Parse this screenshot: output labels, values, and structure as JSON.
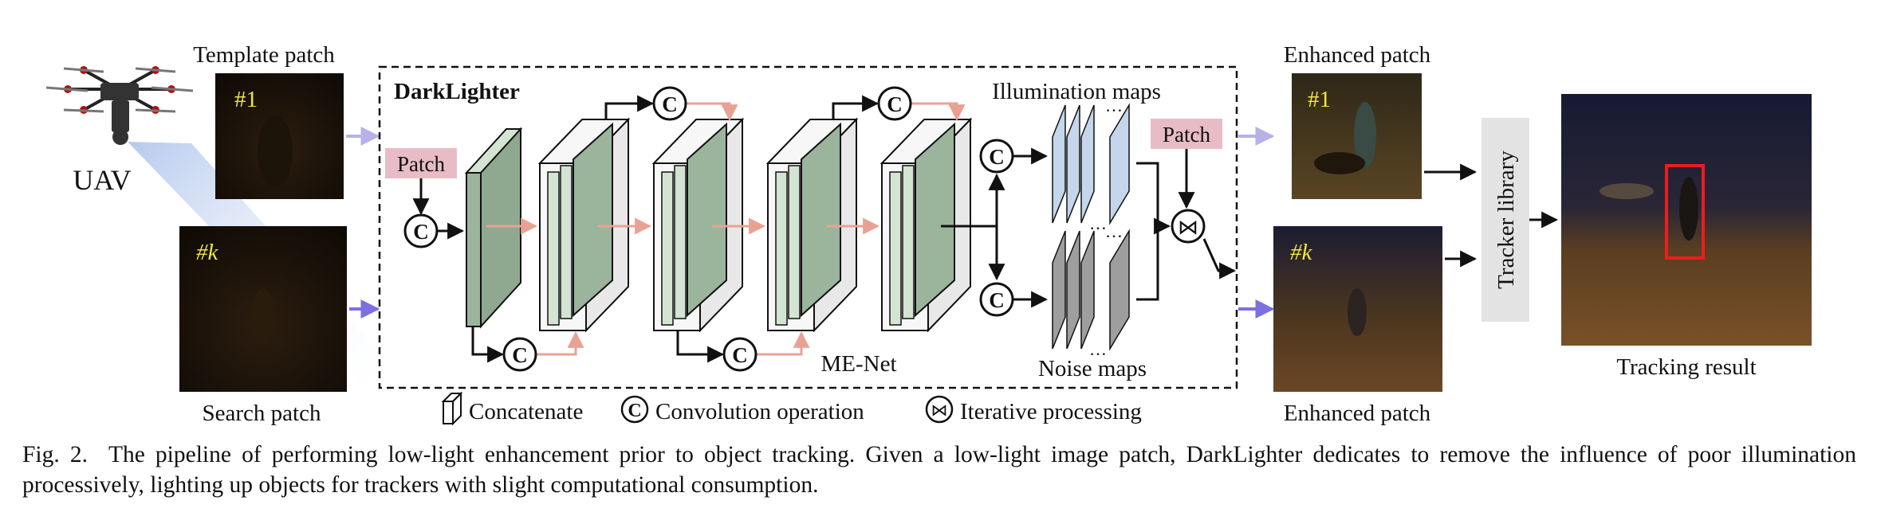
{
  "diagram": {
    "uav_label": "UAV",
    "template_patch_label": "Template patch",
    "search_patch_label": "Search patch",
    "template_tag": "#1",
    "search_tag": "#k",
    "enhanced_patch_top_label": "Enhanced patch",
    "enhanced_patch_bottom_label": "Enhanced patch",
    "enhanced_top_tag": "#1",
    "enhanced_bottom_tag": "#k",
    "darklighter_label": "DarkLighter",
    "patch_input_label": "Patch",
    "patch_fusion_label": "Patch",
    "menet_label": "ME-Net",
    "illumination_label": "Illumination maps",
    "noise_label": "Noise maps",
    "conv_symbol": "C",
    "iter_symbol": "⋈",
    "tracker_library_label": "Tracker library",
    "tracking_result_label": "Tracking result"
  },
  "legend": {
    "concatenate": "Concatenate",
    "convolution": "Convolution operation",
    "iterative": "Iterative processing"
  },
  "caption": {
    "label": "Fig. 2.",
    "text": "The pipeline of performing low-light enhancement prior to object tracking. Given a low-light image patch, DarkLighter dedicates to remove the influence of poor illumination processively, lighting up objects for trackers with slight computational consumption."
  },
  "colors": {
    "patch_box": "#e8bcc6",
    "layer_fill": "#9bb59c",
    "layer_light": "#d4e4d2",
    "illumination_map": "#c5d6ec",
    "noise_map": "#9e9e9e",
    "tracker_box": "#e3e3e3",
    "pink_arrow": "#e8a294",
    "lavender_arrow": "#b7b1e8",
    "purple_arrow": "#7d6fe0",
    "tracking_box": "#ee1c1c",
    "tag_text": "#f2e63a"
  }
}
